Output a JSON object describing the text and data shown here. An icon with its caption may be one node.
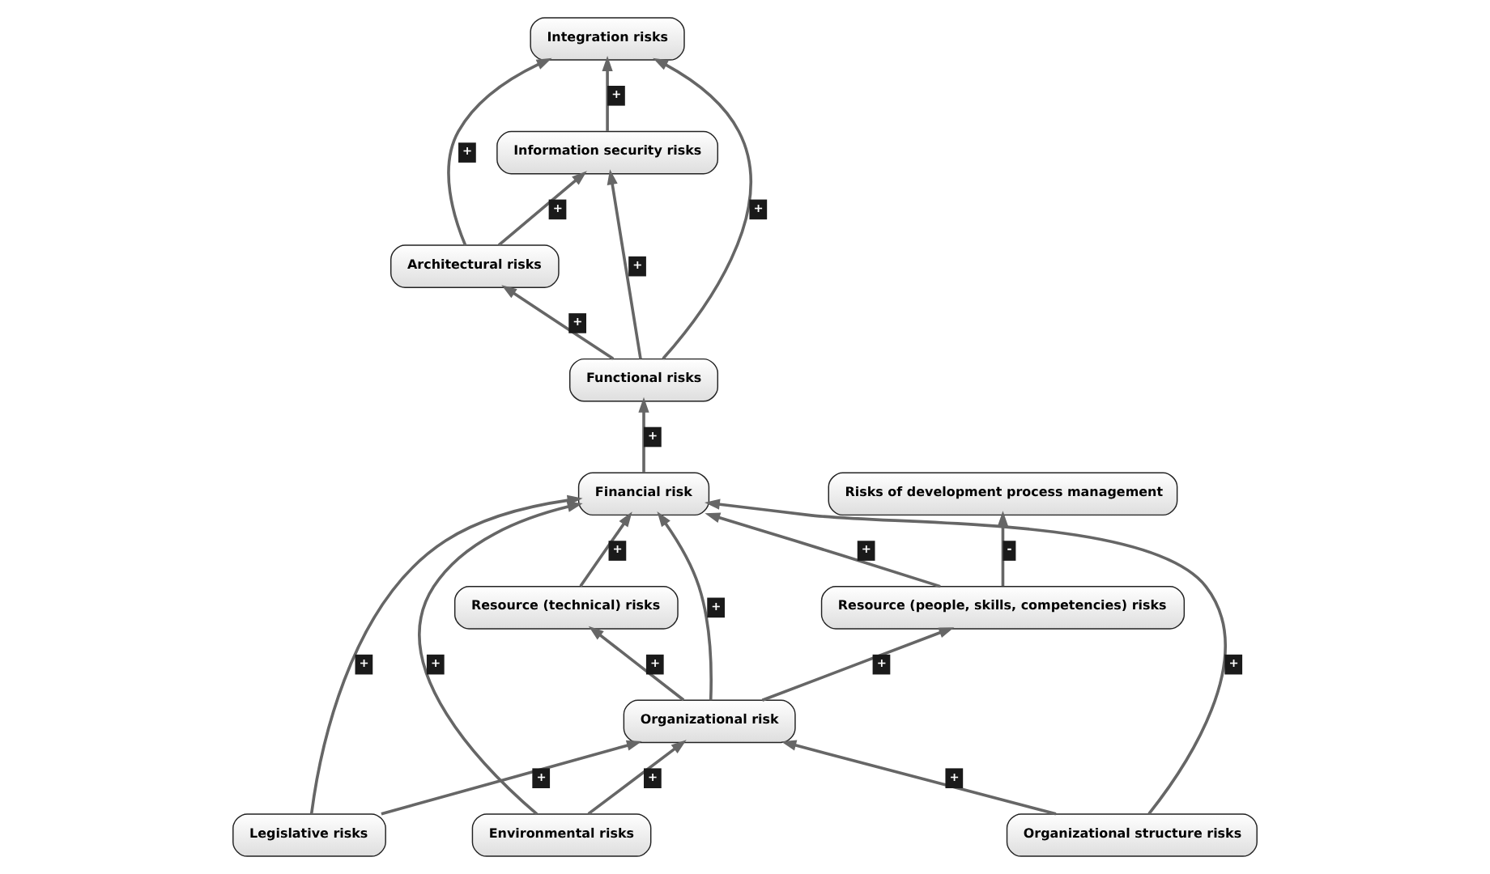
{
  "diagram": {
    "nodes": [
      {
        "text": [
          "Architectural risks"
        ]
      },
      {
        "text": [
          "Information security risks"
        ]
      },
      {
        "text": [
          "Risks of development process management"
        ]
      },
      {
        "text": [
          "Integration risks"
        ]
      },
      {
        "text": [
          "Functional risks"
        ]
      },
      {
        "text": [
          "Resource (people, skills, competencies) risks"
        ]
      },
      {
        "text": [
          "Financial risk"
        ]
      },
      {
        "text": [
          "Resource (technical) risks"
        ]
      },
      {
        "text": [
          "Organizational risk"
        ]
      },
      {
        "text": [
          "Legislative risks"
        ]
      },
      {
        "text": [
          "Organizational structure risks"
        ]
      },
      {
        "text": [
          "Environmental risks"
        ]
      }
    ],
    "edges": [
      {
        "from": 0,
        "to": 1,
        "arrow": "to",
        "label": "+"
      },
      {
        "from": 0,
        "to": 3,
        "arrow": "to",
        "label": "+"
      },
      {
        "from": 1,
        "to": 3,
        "arrow": "to",
        "label": "+"
      },
      {
        "from": 4,
        "to": 0,
        "arrow": "to",
        "label": "+"
      },
      {
        "from": 4,
        "to": 3,
        "arrow": "to",
        "label": "+"
      },
      {
        "from": 4,
        "to": 1,
        "arrow": "to",
        "label": "+"
      },
      {
        "from": 5,
        "to": 2,
        "arrow": "to",
        "label": "-"
      },
      {
        "from": 6,
        "to": 4,
        "arrow": "to",
        "label": "+"
      },
      {
        "from": 5,
        "to": 6,
        "arrow": "to",
        "label": "+"
      },
      {
        "from": 7,
        "to": 6,
        "arrow": "to",
        "label": "+"
      },
      {
        "from": 8,
        "to": 5,
        "arrow": "to",
        "label": "+"
      },
      {
        "from": 8,
        "to": 7,
        "arrow": "to",
        "label": "+"
      },
      {
        "from": 8,
        "to": 6,
        "arrow": "to",
        "label": "+"
      },
      {
        "from": 9,
        "to": 6,
        "arrow": "to",
        "label": "+"
      },
      {
        "from": 9,
        "to": 8,
        "arrow": "to",
        "label": "+"
      },
      {
        "from": 10,
        "to": 6,
        "arrow": "to",
        "label": "+"
      },
      {
        "from": 10,
        "to": 8,
        "arrow": "to",
        "label": "+"
      },
      {
        "from": 11,
        "to": 6,
        "arrow": "to",
        "label": "+"
      },
      {
        "from": 11,
        "to": 8,
        "arrow": "to",
        "label": "+"
      }
    ]
  }
}
